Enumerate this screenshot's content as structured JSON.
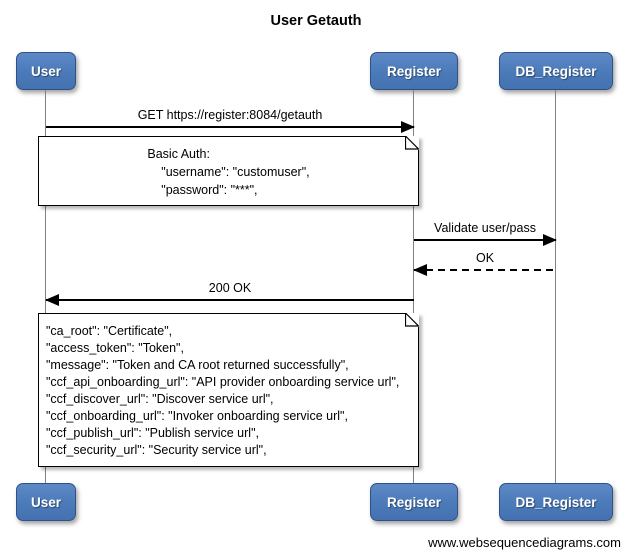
{
  "title": "User Getauth",
  "watermark": "www.websequencediagrams.com",
  "actors": [
    {
      "label": "User"
    },
    {
      "label": "Register"
    },
    {
      "label": "DB_Register"
    }
  ],
  "messages": [
    {
      "label": "GET https://register:8084/getauth",
      "from": "User",
      "to": "Register",
      "line": "solid"
    },
    {
      "label": "Validate user/pass",
      "from": "Register",
      "to": "DB_Register",
      "line": "solid"
    },
    {
      "label": "OK",
      "from": "DB_Register",
      "to": "Register",
      "line": "dashed"
    },
    {
      "label": "200 OK",
      "from": "Register",
      "to": "User",
      "line": "solid"
    }
  ],
  "notes": [
    {
      "lines": [
        "Basic Auth:",
        "    \"username\": \"customuser\",",
        "    \"password\": \"***\","
      ]
    },
    {
      "lines": [
        "\"ca_root\": \"Certificate\",",
        "\"access_token\": \"Token\",",
        "\"message\": \"Token and CA root returned successfully\",",
        "\"ccf_api_onboarding_url\": \"API provider onboarding service url\",",
        "\"ccf_discover_url\": \"Discover service url\",",
        "\"ccf_onboarding_url\": \"Invoker onboarding service url\",",
        "\"ccf_publish_url\": \"Publish service url\",",
        "\"ccf_security_url\": \"Security service url\","
      ]
    }
  ],
  "colors": {
    "actor_fill": "#4B7AB9",
    "actor_border": "#2E5287",
    "lifeline": "#818181",
    "note_background": "#FFFFFF",
    "arrow": "#000000"
  }
}
